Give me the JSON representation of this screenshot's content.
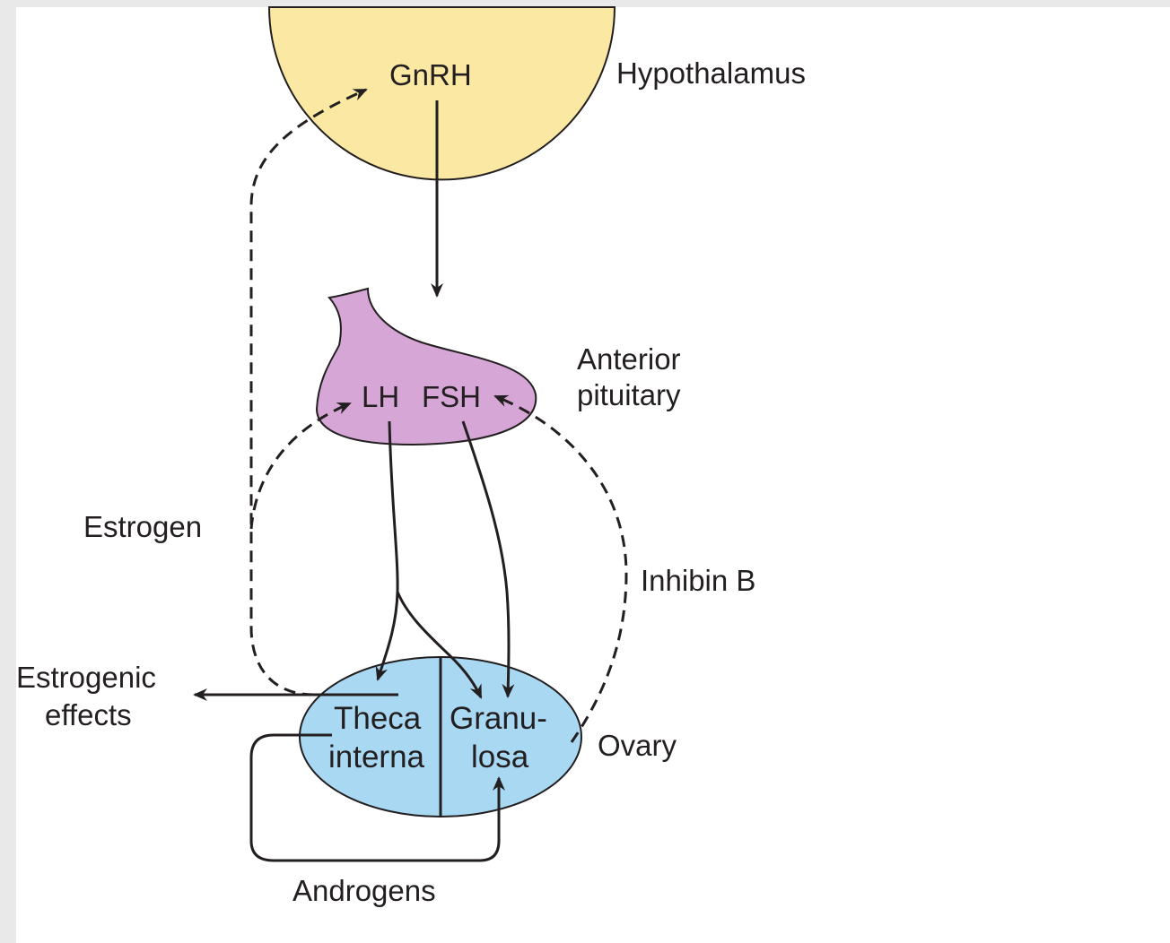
{
  "colors": {
    "hypothalamus_fill": "#fbe8a2",
    "pituitary_fill": "#d6a6d6",
    "ovary_fill": "#a8d8f2",
    "outline": "#231f20",
    "page_background": "#e9e9e9"
  },
  "labels": {
    "hypothalamus": "Hypothalamus",
    "gnrh": "GnRH",
    "anterior_pituitary_line1": "Anterior",
    "anterior_pituitary_line2": "pituitary",
    "lh": "LH",
    "fsh": "FSH",
    "estrogen": "Estrogen",
    "inhibin_b": "Inhibin B",
    "estrogenic_effects_line1": "Estrogenic",
    "estrogenic_effects_line2": "effects",
    "theca_line1": "Theca",
    "theca_line2": "interna",
    "granulosa_line1": "Granu-",
    "granulosa_line2": "losa",
    "ovary": "Ovary",
    "androgens": "Androgens"
  }
}
